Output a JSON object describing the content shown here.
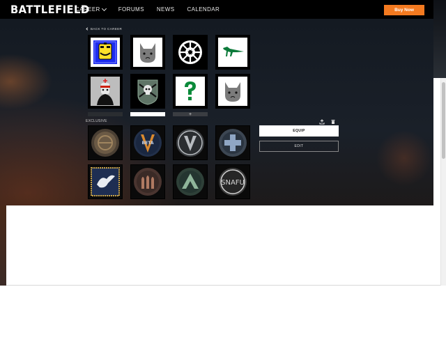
{
  "nav": {
    "logo": "BATTLEFIELD",
    "links": [
      "CAREER",
      "FORUMS",
      "NEWS",
      "CALENDAR"
    ],
    "buy_label": "Buy Now"
  },
  "emblems": {
    "back_label": "BACK TO CAREER",
    "exclusive_label": "EXCLUSIVE",
    "add_symbol": "+",
    "equip_label": "EQUIP",
    "edit_label": "EDIT",
    "beta_text": "BETA",
    "snafu_text": "SNAFU",
    "colors": {
      "accent": "#f47a20",
      "tile_bg": "#000000",
      "page_bg": "#ffffff"
    },
    "icons": [
      "upload-icon",
      "trash-icon"
    ]
  }
}
